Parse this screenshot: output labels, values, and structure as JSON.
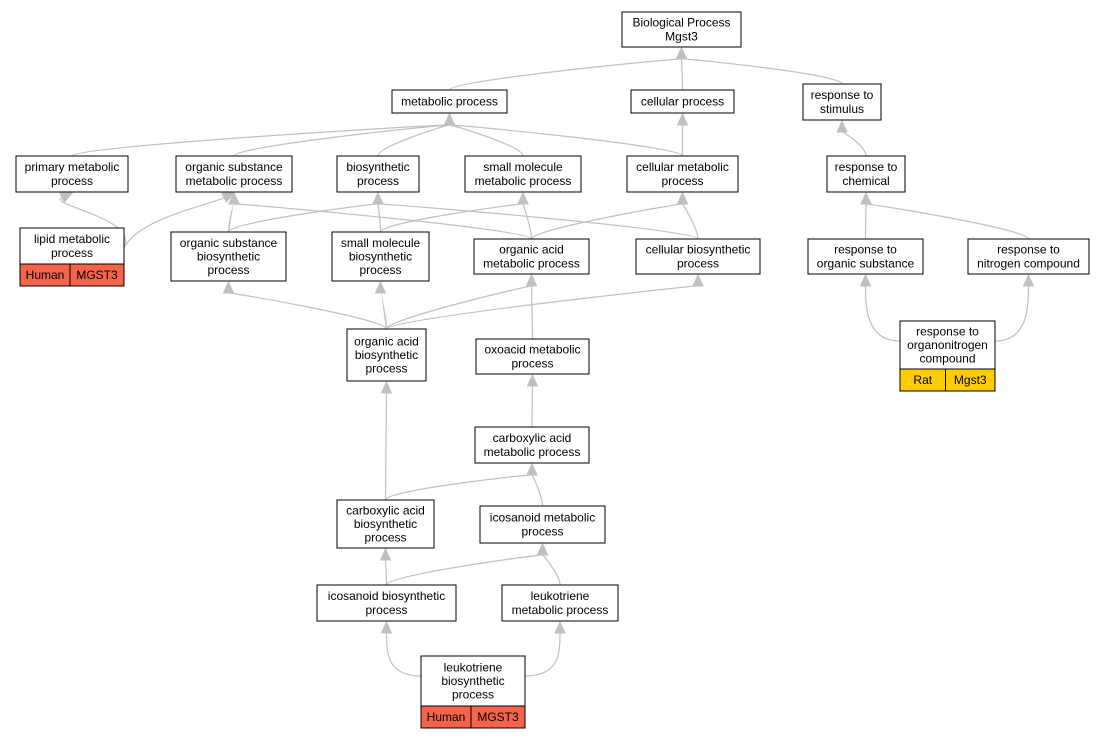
{
  "colors": {
    "human": "#f4634a",
    "rat": "#ffcc00",
    "edge": "#c0c0c0"
  },
  "nodes": [
    {
      "id": "bp",
      "lines": [
        "Biological Process",
        "Mgst3"
      ]
    },
    {
      "id": "metabolic",
      "lines": [
        "metabolic process"
      ]
    },
    {
      "id": "cellular",
      "lines": [
        "cellular process"
      ]
    },
    {
      "id": "stimulus",
      "lines": [
        "response to",
        "stimulus"
      ]
    },
    {
      "id": "primary",
      "lines": [
        "primary metabolic",
        "process"
      ]
    },
    {
      "id": "orgsub",
      "lines": [
        "organic substance",
        "metabolic process"
      ]
    },
    {
      "id": "biosyn",
      "lines": [
        "biosynthetic",
        "process"
      ]
    },
    {
      "id": "smallmol",
      "lines": [
        "small molecule",
        "metabolic process"
      ]
    },
    {
      "id": "cellmet",
      "lines": [
        "cellular metabolic",
        "process"
      ]
    },
    {
      "id": "chemical",
      "lines": [
        "response to",
        "chemical"
      ]
    },
    {
      "id": "lipid",
      "lines": [
        "lipid metabolic",
        "process"
      ],
      "tag": [
        "Human",
        "MGST3"
      ],
      "tagColor": "human"
    },
    {
      "id": "orgsubbio",
      "lines": [
        "organic substance",
        "biosynthetic",
        "process"
      ]
    },
    {
      "id": "smallmolbio",
      "lines": [
        "small molecule",
        "biosynthetic",
        "process"
      ]
    },
    {
      "id": "orgacidmet",
      "lines": [
        "organic acid",
        "metabolic process"
      ]
    },
    {
      "id": "cellbio",
      "lines": [
        "cellular biosynthetic",
        "process"
      ]
    },
    {
      "id": "resporg",
      "lines": [
        "response to",
        "organic substance"
      ]
    },
    {
      "id": "respnit",
      "lines": [
        "response to",
        "nitrogen compound"
      ]
    },
    {
      "id": "orgacidbio",
      "lines": [
        "organic acid",
        "biosynthetic",
        "process"
      ]
    },
    {
      "id": "oxoacid",
      "lines": [
        "oxoacid metabolic",
        "process"
      ]
    },
    {
      "id": "organonit",
      "lines": [
        "response to",
        "organonitrogen",
        "compound"
      ],
      "tag": [
        "Rat",
        "Mgst3"
      ],
      "tagColor": "rat"
    },
    {
      "id": "carbmet",
      "lines": [
        "carboxylic acid",
        "metabolic process"
      ]
    },
    {
      "id": "carbbio",
      "lines": [
        "carboxylic acid",
        "biosynthetic",
        "process"
      ]
    },
    {
      "id": "icosmet",
      "lines": [
        "icosanoid metabolic",
        "process"
      ]
    },
    {
      "id": "icosbio",
      "lines": [
        "icosanoid biosynthetic",
        "process"
      ]
    },
    {
      "id": "leukmet",
      "lines": [
        "leukotriene",
        "metabolic process"
      ]
    },
    {
      "id": "leukbio",
      "lines": [
        "leukotriene",
        "biosynthetic",
        "process"
      ],
      "tag": [
        "Human",
        "MGST3"
      ],
      "tagColor": "human"
    }
  ],
  "edges": [
    [
      "metabolic",
      "bp"
    ],
    [
      "cellular",
      "bp"
    ],
    [
      "stimulus",
      "bp"
    ],
    [
      "primary",
      "metabolic"
    ],
    [
      "orgsub",
      "metabolic"
    ],
    [
      "biosyn",
      "metabolic"
    ],
    [
      "smallmol",
      "metabolic"
    ],
    [
      "cellmet",
      "metabolic"
    ],
    [
      "cellmet",
      "cellular"
    ],
    [
      "chemical",
      "stimulus"
    ],
    [
      "lipid",
      "primary"
    ],
    [
      "lipid",
      "orgsub"
    ],
    [
      "orgsubbio",
      "orgsub"
    ],
    [
      "orgsubbio",
      "biosyn"
    ],
    [
      "smallmolbio",
      "biosyn"
    ],
    [
      "smallmolbio",
      "smallmol"
    ],
    [
      "orgacidmet",
      "orgsub"
    ],
    [
      "orgacidmet",
      "smallmol"
    ],
    [
      "orgacidmet",
      "cellmet"
    ],
    [
      "cellbio",
      "biosyn"
    ],
    [
      "cellbio",
      "cellmet"
    ],
    [
      "resporg",
      "chemical"
    ],
    [
      "respnit",
      "chemical"
    ],
    [
      "orgacidbio",
      "orgsubbio"
    ],
    [
      "orgacidbio",
      "smallmolbio"
    ],
    [
      "orgacidbio",
      "orgacidmet"
    ],
    [
      "orgacidbio",
      "cellbio"
    ],
    [
      "oxoacid",
      "orgacidmet"
    ],
    [
      "organonit",
      "resporg"
    ],
    [
      "organonit",
      "respnit"
    ],
    [
      "carbmet",
      "oxoacid"
    ],
    [
      "carbbio",
      "orgacidbio"
    ],
    [
      "carbbio",
      "carbmet"
    ],
    [
      "icosmet",
      "carbmet"
    ],
    [
      "icosbio",
      "carbbio"
    ],
    [
      "icosbio",
      "icosmet"
    ],
    [
      "leukmet",
      "icosmet"
    ],
    [
      "leukbio",
      "icosbio"
    ],
    [
      "leukbio",
      "leukmet"
    ]
  ]
}
